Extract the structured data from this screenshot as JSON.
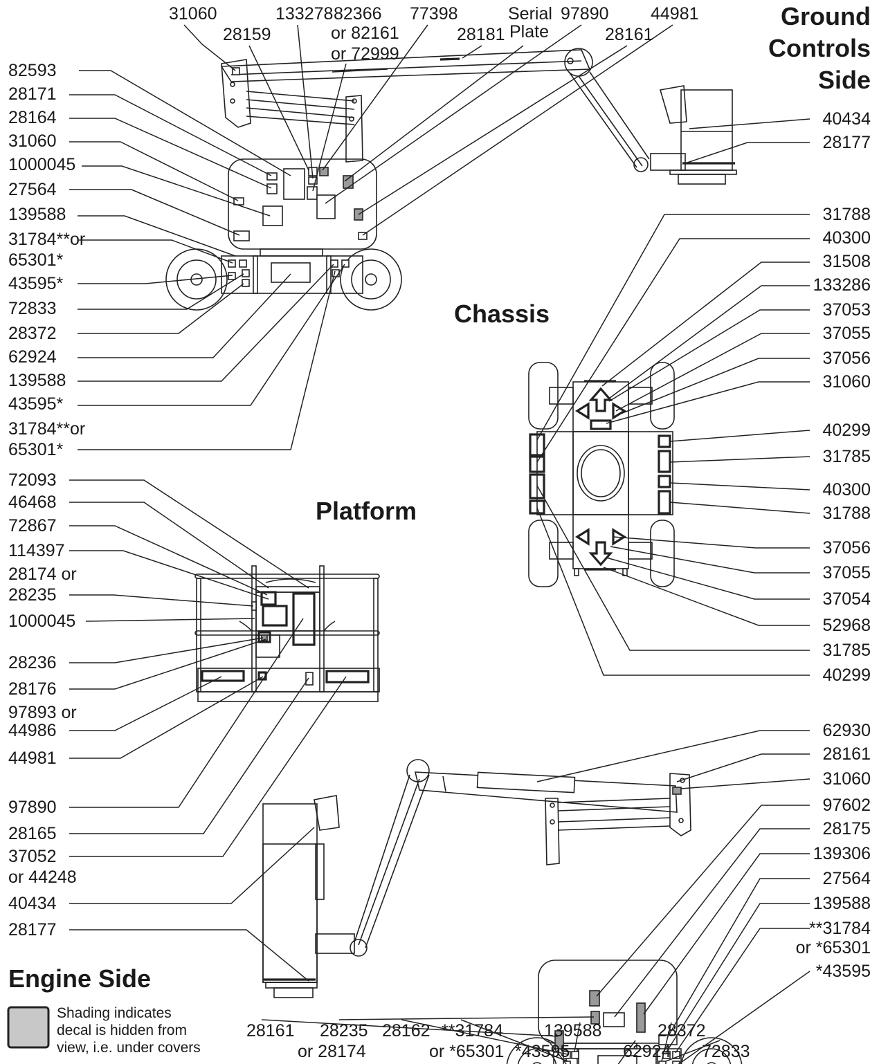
{
  "sections": {
    "ground_controls": [
      "Ground",
      "Controls",
      "Side"
    ],
    "chassis": "Chassis",
    "platform": "Platform",
    "engine_side": "Engine Side"
  },
  "legend": {
    "swatch_color": "#c8c8c8",
    "lines": [
      "Shading indicates",
      "decal is hidden from",
      "view, i.e. under covers"
    ]
  },
  "labels": {
    "gc_top": [
      "31060",
      "28159",
      "133278",
      "82366",
      "or 82161",
      "or 72999",
      "77398",
      "28181",
      "Serial",
      "Plate",
      "97890",
      "28161",
      "44981"
    ],
    "gc_left": [
      "82593",
      "28171",
      "28164",
      "31060",
      "1000045",
      "27564",
      "139588",
      "31784**or",
      "65301*",
      "43595*",
      "72833",
      "28372",
      "62924",
      "139588",
      "43595*",
      "31784**or",
      "65301*"
    ],
    "gc_right": [
      "40434",
      "28177"
    ],
    "chassis_right": [
      "31788",
      "40300",
      "31508",
      "133286",
      "37053",
      "37055",
      "37056",
      "31060",
      "40299",
      "31785",
      "40300",
      "31788",
      "37056",
      "37055",
      "37054",
      "52968",
      "31785",
      "40299"
    ],
    "platform_left": [
      "72093",
      "46468",
      "72867",
      "114397",
      "28174 or",
      "28235",
      "1000045",
      "28236",
      "28176",
      "97893 or",
      "44986",
      "44981",
      "97890",
      "28165",
      "37052",
      "or 44248",
      "40434",
      "28177"
    ],
    "engine_right": [
      "62930",
      "28161",
      "31060",
      "97602",
      "28175",
      "139306",
      "27564",
      "139588",
      "**31784",
      "or *65301",
      "*43595"
    ],
    "engine_bottom": [
      "28161",
      "28235",
      "or 28174",
      "28162",
      "**31784",
      "or *65301",
      "*43595",
      "139588",
      "62924",
      "28372",
      "72833"
    ]
  },
  "colors": {
    "ink": "#1a1a1a",
    "hidden_decal": "#9a9a9a"
  }
}
